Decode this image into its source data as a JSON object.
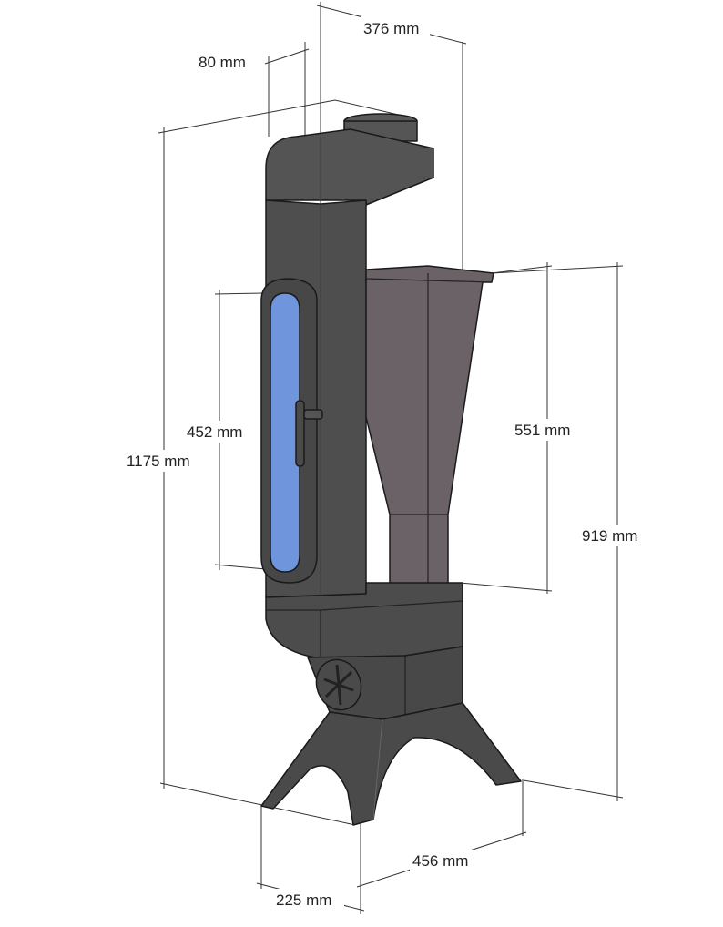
{
  "dimensions": {
    "flue_offset": "376 mm",
    "flue_depth": "80 mm",
    "door_height": "452 mm",
    "total_height": "1175 mm",
    "hopper_height": "551 mm",
    "hopper_top_height": "919 mm",
    "base_width": "456 mm",
    "base_depth": "225 mm"
  },
  "colors": {
    "body": "#4e4e4e",
    "body_side": "#444444",
    "hopper": "#6a6266",
    "glass": "#6f95dd"
  }
}
